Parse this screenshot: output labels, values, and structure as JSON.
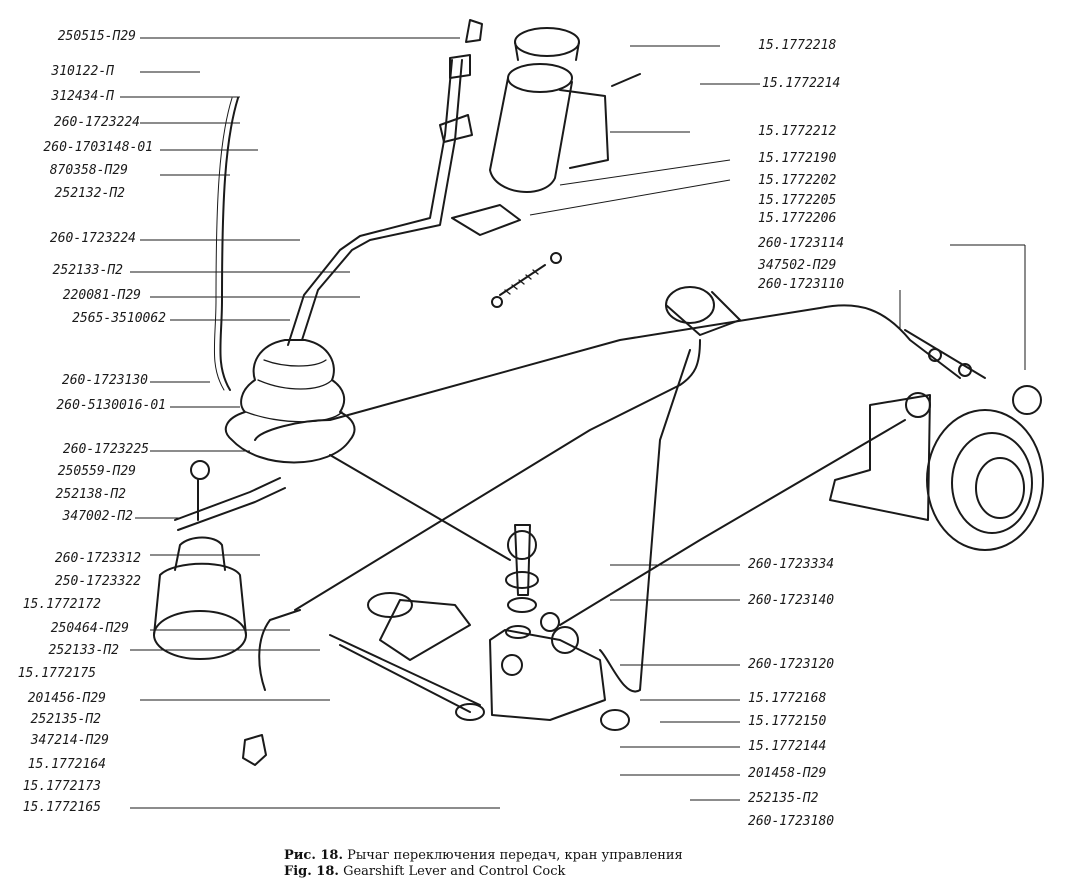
{
  "figure": {
    "left_labels": [
      "250515-П29",
      "310122-П",
      "312434-П",
      "260-1723224",
      "260-1703148-01",
      "870358-П29",
      "252132-П2",
      "260-1723224",
      "252133-П2",
      "220081-П29",
      "2565-3510062",
      "260-1723130",
      "260-5130016-01",
      "260-1723225",
      "250559-П29",
      "252138-П2",
      "347002-П2",
      "260-1723312",
      "250-1723322",
      "15.1772172",
      "250464-П29",
      "252133-П2",
      "15.1772175",
      "201456-П29",
      "252135-П2",
      "347214-П29",
      "15.1772164",
      "15.1772173",
      "15.1772165"
    ],
    "right_labels": [
      "15.1772218",
      "15.1772214",
      "15.1772212",
      "15.1772190",
      "15.1772202",
      "15.1772205",
      "15.1772206",
      "260-1723114",
      "347502-П29",
      "260-1723110",
      "260-1723334",
      "260-1723140",
      "260-1723120",
      "15.1772168",
      "15.1772150",
      "15.1772144",
      "201458-П29",
      "252135-П2",
      "260-1723180"
    ]
  },
  "caption": {
    "ru_prefix": "Рис. 18.",
    "ru_text": "Рычаг переключения передач, кран управления",
    "en_prefix": "Fig. 18.",
    "en_text": "Gearshift Lever and Control Cock"
  },
  "colors": {
    "ink": "#1a1a1a",
    "paper": "#ffffff"
  }
}
